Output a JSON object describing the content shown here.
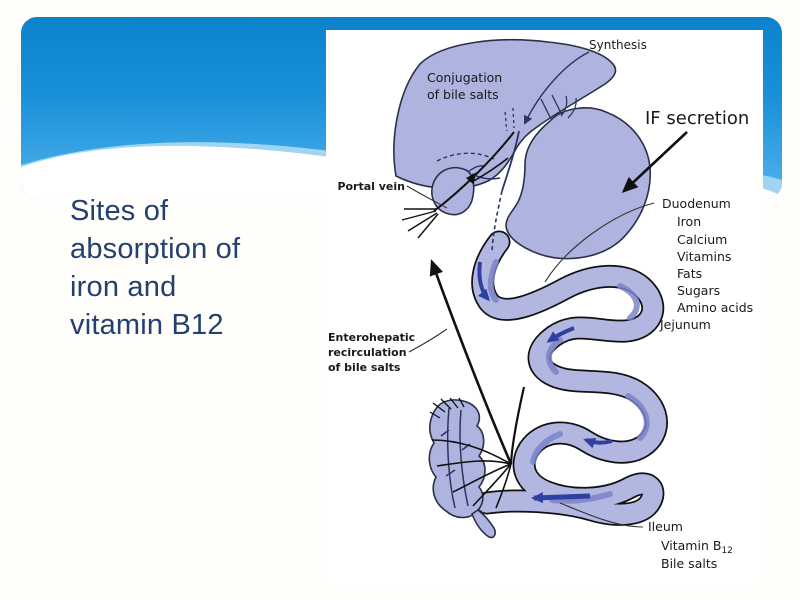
{
  "slide": {
    "title_lines": [
      "Sites of",
      "absorption of",
      "iron and",
      "vitamin B12"
    ],
    "colors": {
      "title": "#234070",
      "header_gradient_top": "#0c82cd",
      "header_gradient_bottom": "#51b4eb",
      "wave_light": "#9fd4f3",
      "background": "#fffefa"
    }
  },
  "diagram": {
    "labels": {
      "synthesis": "Synthesis",
      "conjugation_line1": "Conjugation",
      "conjugation_line2": "of bile salts",
      "if_secretion": "IF secretion",
      "portal_vein": "Portal vein",
      "entero_line1": "Enterohepatic",
      "entero_line2": "recirculation",
      "entero_line3": "of bile salts",
      "duodenum": "Duodenum",
      "duodenum_items": [
        "Iron",
        "Calcium",
        "Vitamins",
        "Fats",
        "Sugars",
        "Amino acids"
      ],
      "jejunum": "Jejunum",
      "ileum": "Ileum",
      "vitamin_b": "Vitamin B",
      "vitamin_b_sub": "12",
      "bile_salts": "Bile salts"
    },
    "colors": {
      "organ_fill": "#aeb3df",
      "organ_outline": "#2a3048",
      "flow_arrow": "#3040a0",
      "ink": "#111111"
    }
  }
}
